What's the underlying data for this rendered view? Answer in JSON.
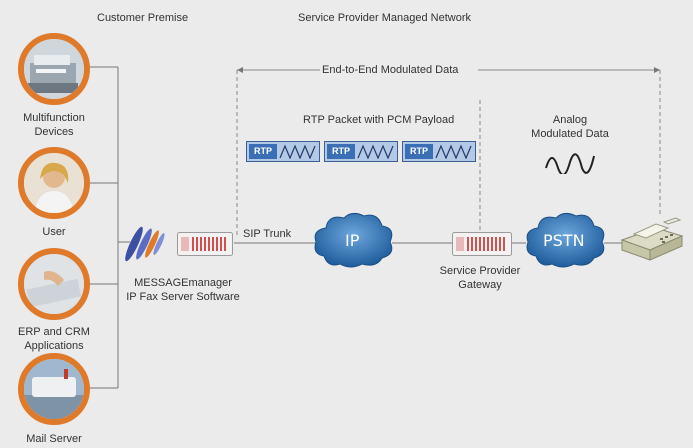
{
  "sections": {
    "customer": "Customer Premise",
    "provider": "Service Provider Managed Network"
  },
  "endpoints": [
    {
      "label1": "Multifunction",
      "label2": "Devices",
      "icon": "multifunction-printer-icon"
    },
    {
      "label1": "User",
      "label2": "",
      "icon": "user-photo-icon"
    },
    {
      "label1": "ERP and CRM",
      "label2": "Applications",
      "icon": "keyboard-icon"
    },
    {
      "label1": "Mail Server",
      "label2": "",
      "icon": "mailbox-icon"
    }
  ],
  "server": {
    "line1": "MESSAGEmanager",
    "line2": "IP Fax Server Software"
  },
  "links": {
    "sip_trunk": "SIP Trunk",
    "end_to_end": "End-to-End Modulated Data",
    "rtp": "RTP Packet with PCM Payload",
    "analog1": "Analog",
    "analog2": "Modulated Data"
  },
  "packets": [
    "RTP",
    "RTP",
    "RTP"
  ],
  "clouds": {
    "ip": "IP",
    "pstn": "PSTN"
  },
  "gateway": {
    "line1": "Service Provider",
    "line2": "Gateway"
  },
  "colors": {
    "accent_orange": "#e07a2b",
    "cloud_blue": "#2f6fb0",
    "packet_blue": "#3a6fb5"
  }
}
